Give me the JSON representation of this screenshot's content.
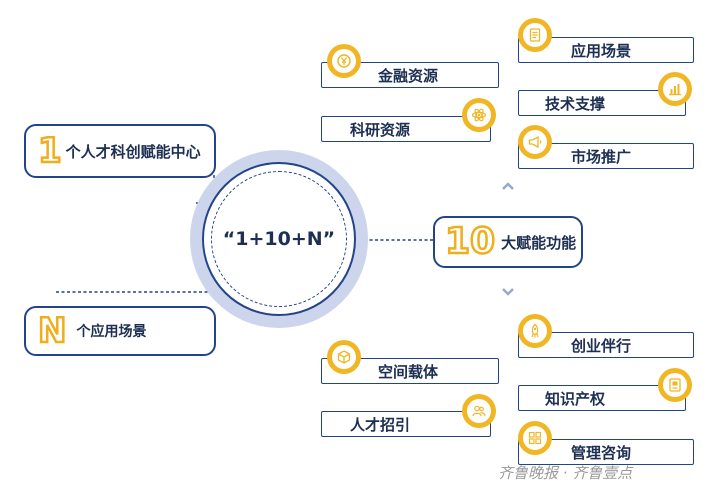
{
  "center": {
    "text": "“1+10+N”"
  },
  "one_center": {
    "number": "1",
    "label": "个人才科创赋能中心"
  },
  "n_scene": {
    "number": "N",
    "label": "个应用场景"
  },
  "ten_funcs": {
    "number": "10",
    "label": "大赋能功能"
  },
  "left_items": [
    {
      "label": "金融资源",
      "icon": "yen-coin-icon"
    },
    {
      "label": "科研资源",
      "icon": "atom-icon"
    },
    {
      "label": "空间载体",
      "icon": "cube-icon"
    },
    {
      "label": "人才招引",
      "icon": "people-icon"
    }
  ],
  "right_items": [
    {
      "label": "应用场景",
      "icon": "document-icon"
    },
    {
      "label": "技术支撑",
      "icon": "bar-chart-icon"
    },
    {
      "label": "市场推广",
      "icon": "megaphone-icon"
    },
    {
      "label": "创业伴行",
      "icon": "rocket-icon"
    },
    {
      "label": "知识产权",
      "icon": "certificate-icon"
    },
    {
      "label": "管理咨询",
      "icon": "grid-icon"
    }
  ],
  "watermark": "齐鲁晚报 · 齐鲁壹点",
  "colors": {
    "navy": "#24448a",
    "gold": "#f1b624",
    "halo": "#cdd5ec"
  }
}
